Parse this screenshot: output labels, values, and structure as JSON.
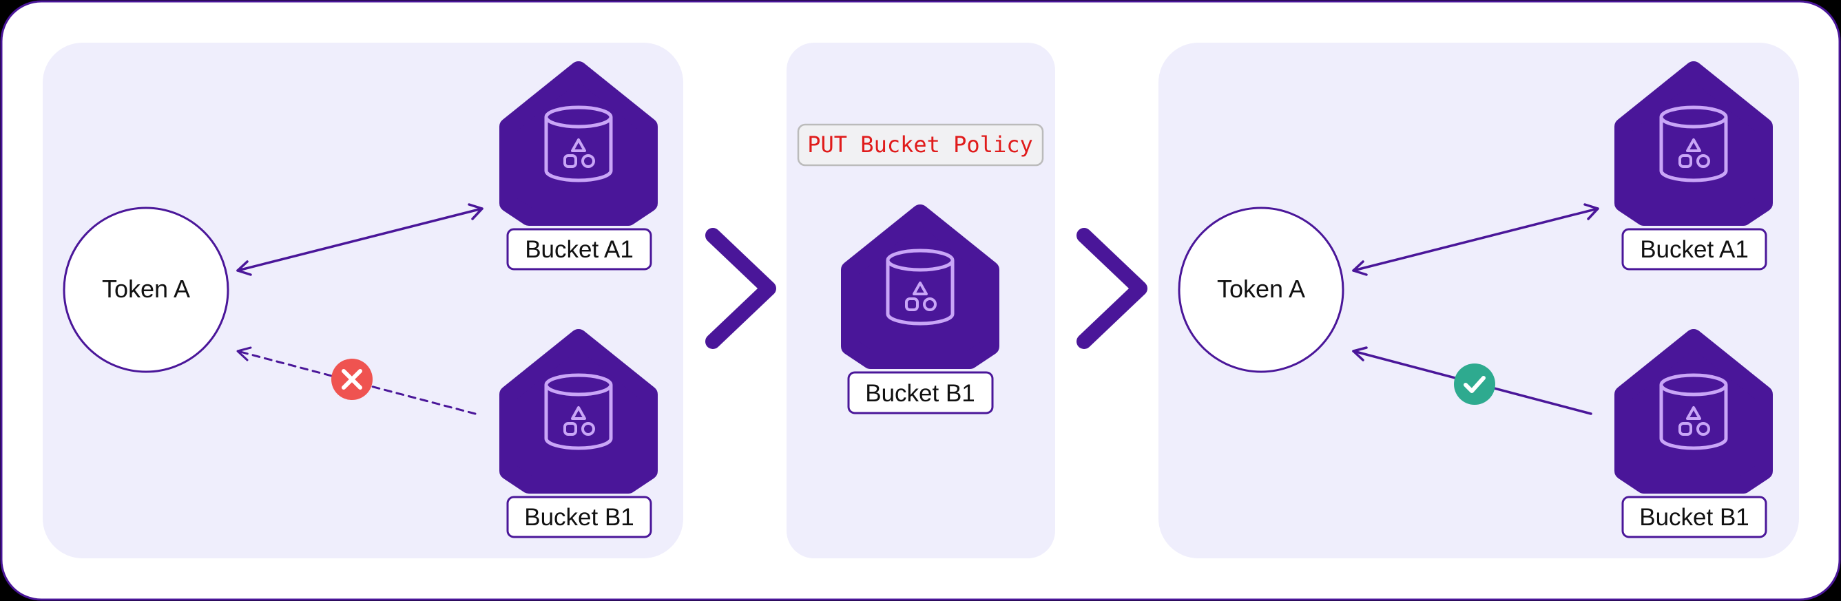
{
  "colors": {
    "background": "#000000",
    "card": "#ffffff",
    "frame": "#4a1699",
    "panel": "#efeefc",
    "bucket": "#4a1699",
    "bucket_glyph": "#c9a6f7",
    "arrow": "#4a1699",
    "chevron": "#4a1699",
    "error": "#ef5350",
    "success": "#2eaa8f",
    "code_text": "#e01b1b",
    "code_bg": "#f1f1f3",
    "code_border": "#bbbbbb"
  },
  "before": {
    "token_label": "Token A",
    "bucket_a1_label": "Bucket A1",
    "bucket_b1_label": "Bucket B1",
    "b1_access": "denied"
  },
  "action": {
    "code_label": "PUT Bucket Policy",
    "bucket_label": "Bucket B1"
  },
  "after": {
    "token_label": "Token A",
    "bucket_a1_label": "Bucket A1",
    "bucket_b1_label": "Bucket B1",
    "b1_access": "granted"
  },
  "icons": {
    "bucket": "bucket-database-icon",
    "step": "chevron-right-icon",
    "denied": "x-circle-icon",
    "granted": "check-circle-icon"
  }
}
